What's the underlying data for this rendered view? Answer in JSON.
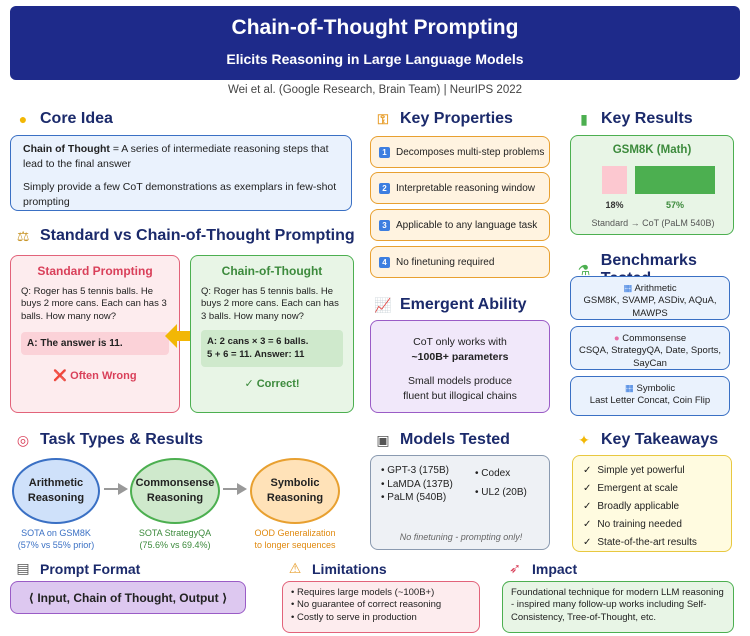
{
  "header": {
    "title": "Chain-of-Thought Prompting",
    "subtitle": "Elicits Reasoning in Large Language Models",
    "citation": "Wei et al. (Google Research, Brain Team) | NeurIPS 2022"
  },
  "core_idea": {
    "title": "Core Idea",
    "def_term": "Chain of Thought",
    "def_rest": " = A series of intermediate reasoning steps that lead to the final answer",
    "note": "Simply provide a few CoT demonstrations as exemplars in few-shot prompting"
  },
  "comparison": {
    "title": "Standard vs Chain-of-Thought Prompting",
    "standard": {
      "title": "Standard Prompting",
      "question": "Q: Roger has 5 tennis balls. He buys 2 more cans. Each can has 3 balls. How many now?",
      "answer": "A: The answer is 11.",
      "verdict": "❌ Often Wrong"
    },
    "cot": {
      "title": "Chain-of-Thought",
      "question": "Q: Roger has 5 tennis balls. He buys 2 more cans. Each can has 3 balls. How many now?",
      "answer_line1": "A: 2 cans × 3 = 6 balls.",
      "answer_line2": "5 + 6 = 11. Answer: 11",
      "verdict": "✓ Correct!"
    }
  },
  "key_properties": {
    "title": "Key Properties",
    "items": [
      {
        "num": "1",
        "label": "Decomposes multi-step problems"
      },
      {
        "num": "2",
        "label": "Interpretable reasoning window"
      },
      {
        "num": "3",
        "label": "Applicable to any language task"
      },
      {
        "num": "4",
        "label": "No finetuning required"
      }
    ]
  },
  "emergent": {
    "title": "Emergent Ability",
    "line1": "CoT only works with",
    "line2": "~100B+ parameters",
    "line3": "Small models produce",
    "line4": "fluent but illogical chains"
  },
  "key_results": {
    "title": "Key Results",
    "chart_title": "GSM8K (Math)",
    "caption": "Standard → CoT (PaLM 540B)"
  },
  "chart_data": {
    "type": "bar",
    "title": "GSM8K (Math)",
    "categories": [
      "Standard",
      "CoT"
    ],
    "values": [
      18,
      57
    ],
    "value_labels": [
      "18%",
      "57%"
    ],
    "colors": [
      "#fcc8d0",
      "#4caf50"
    ]
  },
  "benchmarks": {
    "title": "Benchmarks Tested",
    "items": [
      {
        "name": "Arithmetic",
        "detail": "GSM8K, SVAMP, ASDiv, AQuA, MAWPS"
      },
      {
        "name": "Commonsense",
        "detail": "CSQA, StrategyQA, Date, Sports, SayCan"
      },
      {
        "name": "Symbolic",
        "detail": "Last Letter Concat, Coin Flip"
      }
    ]
  },
  "task_types": {
    "title": "Task Types & Results",
    "nodes": [
      {
        "label1": "Arithmetic",
        "label2": "Reasoning",
        "caption1": "SOTA on GSM8K",
        "caption2": "(57% vs 55% prior)"
      },
      {
        "label1": "Commonsense",
        "label2": "Reasoning",
        "caption1": "SOTA StrategyQA",
        "caption2": "(75.6% vs 69.4%)"
      },
      {
        "label1": "Symbolic",
        "label2": "Reasoning",
        "caption1": "OOD Generalization",
        "caption2": "to longer sequences"
      }
    ]
  },
  "models": {
    "title": "Models Tested",
    "col1": [
      "GPT-3 (175B)",
      "LaMDA (137B)",
      "PaLM (540B)"
    ],
    "col2": [
      "Codex",
      "UL2 (20B)"
    ],
    "note": "No finetuning - prompting only!"
  },
  "takeaways": {
    "title": "Key Takeaways",
    "items": [
      "Simple yet powerful",
      "Emergent at scale",
      "Broadly applicable",
      "No training needed",
      "State-of-the-art results"
    ]
  },
  "prompt_format": {
    "title": "Prompt Format",
    "text": "⟨ Input, Chain of Thought, Output ⟩"
  },
  "limitations": {
    "title": "Limitations",
    "items": [
      "Requires large models (~100B+)",
      "No guarantee of correct reasoning",
      "Costly to serve in production"
    ]
  },
  "impact": {
    "title": "Impact",
    "text": "Foundational technique for modern LLM reasoning - inspired many follow-up works including Self-Consistency, Tree-of-Thought, etc."
  },
  "colors": {
    "header": "#1e2a8a",
    "section_title": "#1b2a6b",
    "standard_red": "#d9405a",
    "cot_green": "#3c8a3c"
  }
}
